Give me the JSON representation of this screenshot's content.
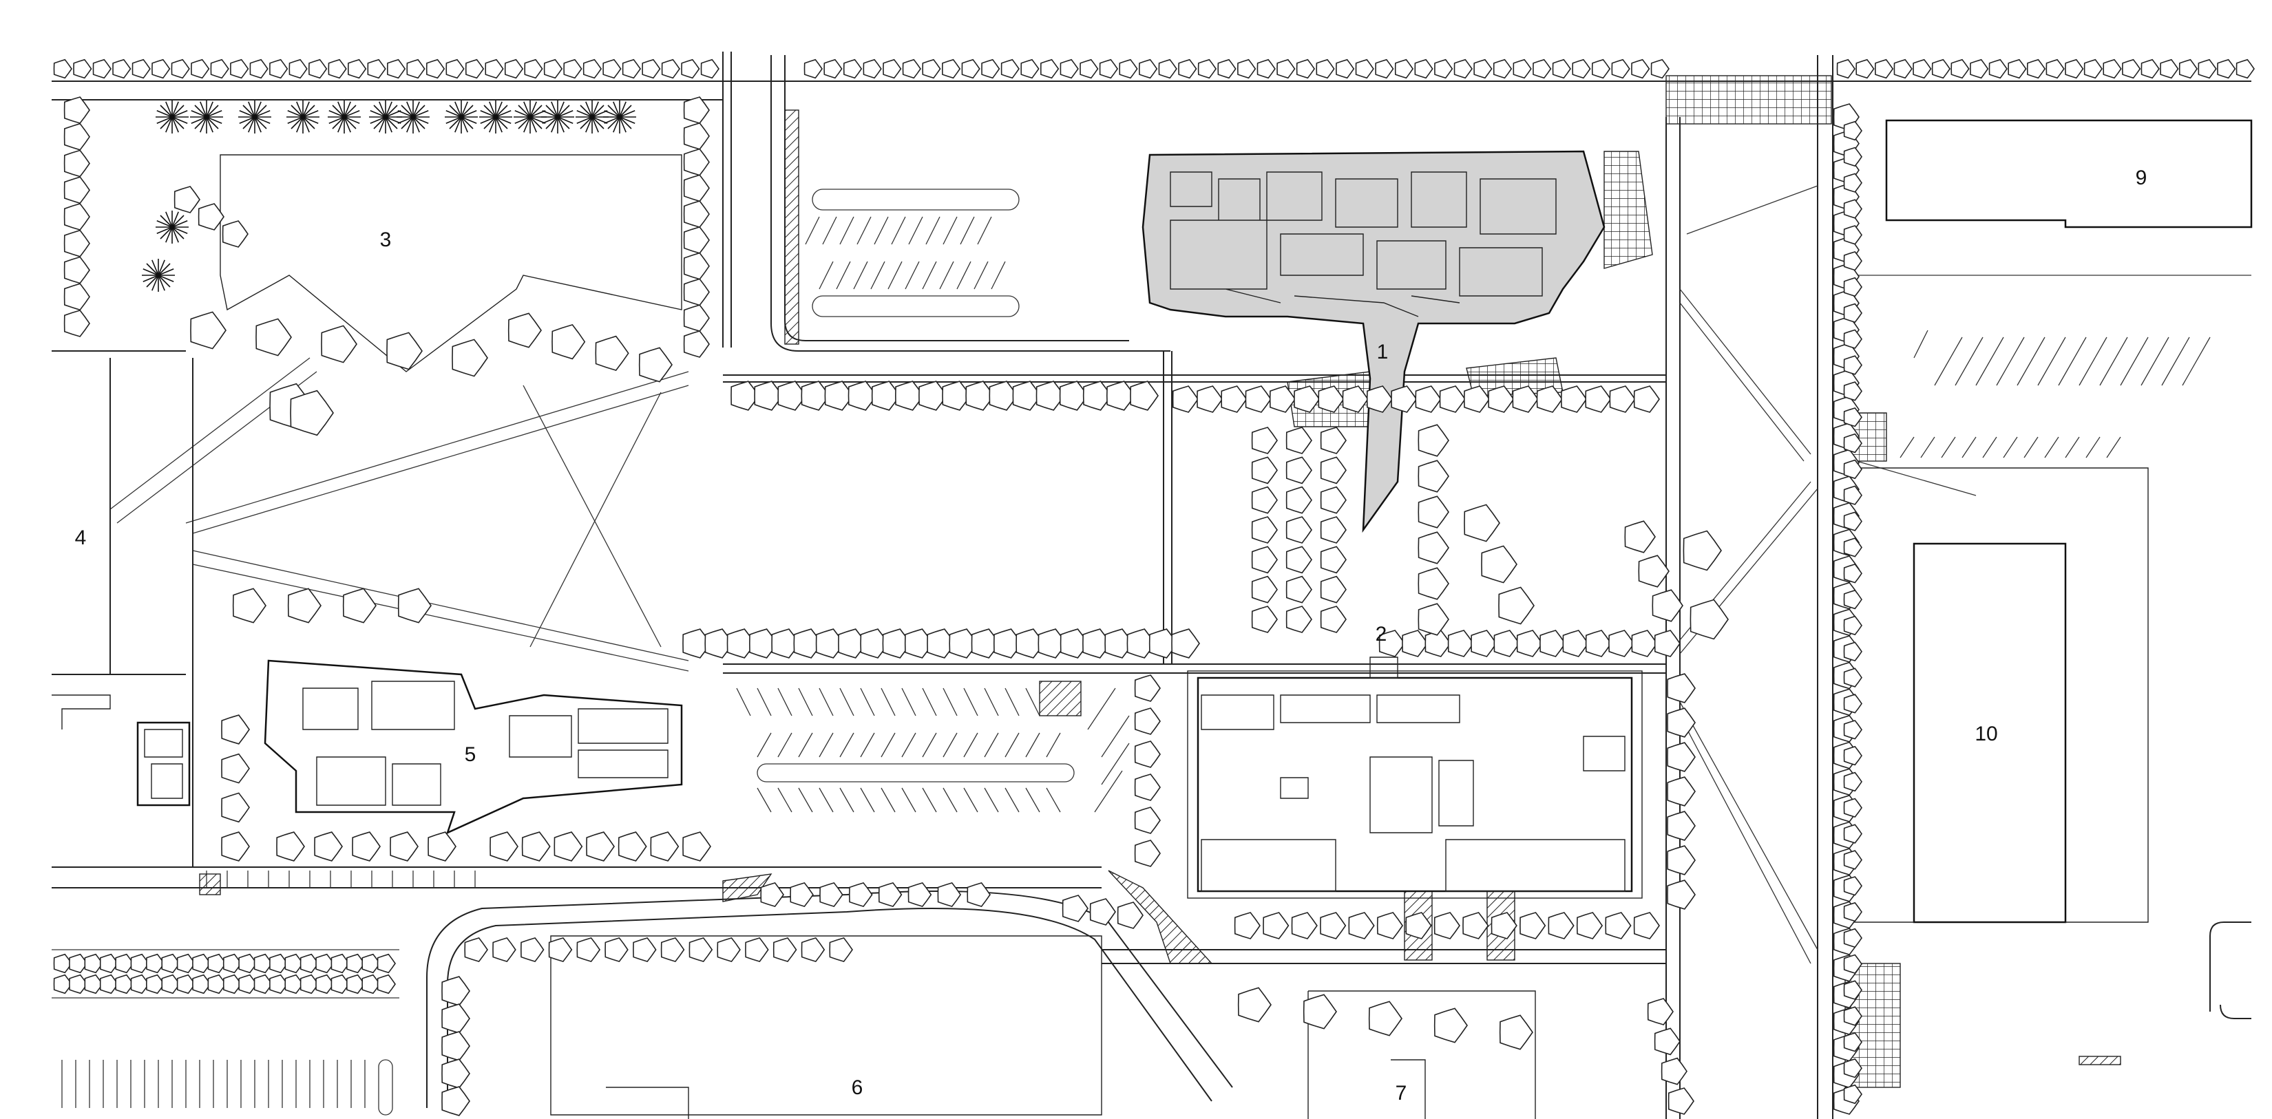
{
  "plan": {
    "buildings": [
      {
        "id": "building-1",
        "number": "1",
        "highlighted": true
      },
      {
        "id": "building-2",
        "number": "2",
        "highlighted": false
      },
      {
        "id": "building-3",
        "number": "3",
        "highlighted": false
      },
      {
        "id": "building-4",
        "number": "4",
        "highlighted": false
      },
      {
        "id": "building-5",
        "number": "5",
        "highlighted": false
      },
      {
        "id": "building-6",
        "number": "6",
        "highlighted": false
      },
      {
        "id": "building-7",
        "number": "7",
        "highlighted": false
      },
      {
        "id": "building-9",
        "number": "9",
        "highlighted": false
      },
      {
        "id": "building-10",
        "number": "10",
        "highlighted": false
      }
    ],
    "colors": {
      "linework": "#111111",
      "highlight_fill": "#d3d3d3",
      "background": "#ffffff"
    }
  }
}
